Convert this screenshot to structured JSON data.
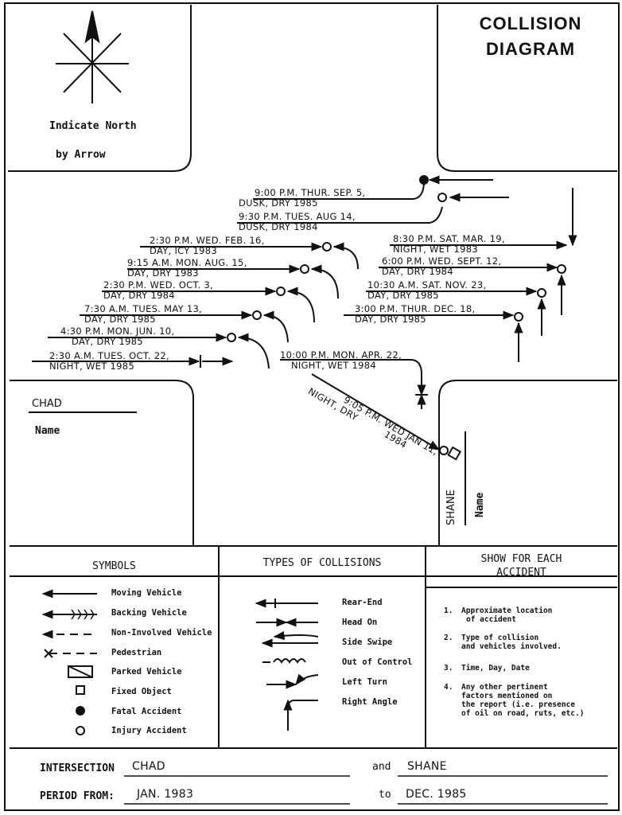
{
  "title": [
    "COLLISION",
    "DIAGRAM"
  ],
  "north_note": [
    "Indicate North",
    "by Arrow"
  ],
  "street_west": {
    "name": "CHAD",
    "label": "Name"
  },
  "street_south": {
    "name": "SHANE",
    "label": "Name"
  },
  "accidents_west": [
    {
      "line1": "9:00 P.M. THUR. SEP. 5,",
      "line2": "DUSK, DRY 1985"
    },
    {
      "line1": "9:30 P.M. TUES. AUG 14,",
      "line2": "DUSK, DRY 1984"
    },
    {
      "line1": "2:30 P.M. WED. FEB. 16,",
      "line2": "DAY, ICY 1983"
    },
    {
      "line1": "9:15 A.M. MON. AUG. 15,",
      "line2": "DAY, DRY 1983"
    },
    {
      "line1": "2:30 P.M. WED. OCT. 3,",
      "line2": "DAY, DRY 1984"
    },
    {
      "line1": "7:30 A.M. TUES. MAY 13,",
      "line2": "DAY, DRY 1985"
    },
    {
      "line1": "4:30 P.M. MON. JUN. 10,",
      "line2": "DAY, DRY 1985"
    },
    {
      "line1": "2:30 A.M. TUES. OCT. 22,",
      "line2": "NIGHT, WET 1985"
    }
  ],
  "accidents_east": [
    {
      "line1": "8:30 P.M. SAT. MAR. 19,",
      "line2": "NIGHT, WET 1983"
    },
    {
      "line1": "6:00 P.M. WED. SEPT. 12,",
      "line2": "DAY, DRY 1984"
    },
    {
      "line1": "10:30 A.M. SAT. NOV. 23,",
      "line2": "DAY, DRY 1985"
    },
    {
      "line1": "3:00 P.M. THUR. DEC. 18,",
      "line2": "DAY, DRY 1985"
    }
  ],
  "accident_center": {
    "line1": "10:00 P.M. MON. APR. 22,",
    "line2": "NIGHT, WET 1984"
  },
  "accident_diagonal": {
    "line1": "9:05 P.M. WED JAN 11,",
    "line2": "NIGHT, DRY",
    "year": "1984"
  },
  "symbols": {
    "header": "SYMBOLS",
    "items": [
      "Moving Vehicle",
      "Backing Vehicle",
      "Non-Involved Vehicle",
      "Pedestrian",
      "Parked Vehicle",
      "Fixed Object",
      "Fatal Accident",
      "Injury Accident"
    ]
  },
  "types": {
    "header": "TYPES OF COLLISIONS",
    "items": [
      "Rear-End",
      "Head On",
      "Side Swipe",
      "Out of Control",
      "Left Turn",
      "Right Angle"
    ]
  },
  "show": {
    "header": [
      "SHOW FOR EACH",
      "ACCIDENT"
    ],
    "items": [
      {
        "num": "1.",
        "text": [
          "Approximate location",
          "of accident"
        ]
      },
      {
        "num": "2.",
        "text": [
          "Type of collision",
          "and vehicles involved."
        ]
      },
      {
        "num": "3.",
        "text": [
          "Time, Day, Date"
        ]
      },
      {
        "num": "4.",
        "text": [
          "Any other pertinent",
          "factors mentioned on",
          "the report (i.e. presence",
          "of oil on road, ruts, etc.)"
        ]
      }
    ]
  },
  "footer": {
    "intersection_label": "INTERSECTION",
    "intersection_value": "CHAD",
    "and_label": "and",
    "and_value": "SHANE",
    "period_label": "PERIOD FROM:",
    "period_from": "JAN. 1983",
    "to_label": "to",
    "period_to": "DEC. 1985"
  }
}
